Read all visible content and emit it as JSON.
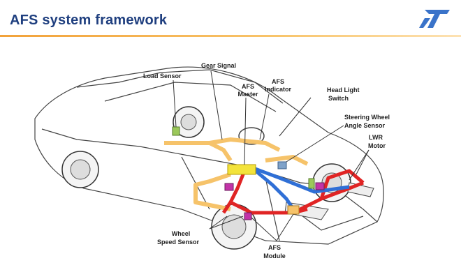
{
  "slide": {
    "title": "AFS system framework",
    "brand_color": "#1f3f7f",
    "accent_color": "#f2a23a"
  },
  "logo": {
    "icon": "st-logo"
  },
  "diagram": {
    "labels": {
      "load_sensor": "Load Sensor",
      "gear_signal": "Gear Signal",
      "afs_master_1": "AFS",
      "afs_master_2": "Master",
      "afs_indicator_1": "AFS",
      "afs_indicator_2": "Indicator",
      "head_light_1": "Head Light",
      "head_light_2": "Switch",
      "steering_1": "Steering Wheel",
      "steering_2": "Angle Sensor",
      "lwr_1": "LWR",
      "lwr_2": "Motor",
      "wheel_speed_1": "Wheel",
      "wheel_speed_2": "Speed Sensor",
      "afs_module_1": "AFS",
      "afs_module_2": "Module"
    },
    "wire_colors": {
      "orange": "#f6c36a",
      "red": "#e02424",
      "blue": "#2f6fd6"
    }
  }
}
